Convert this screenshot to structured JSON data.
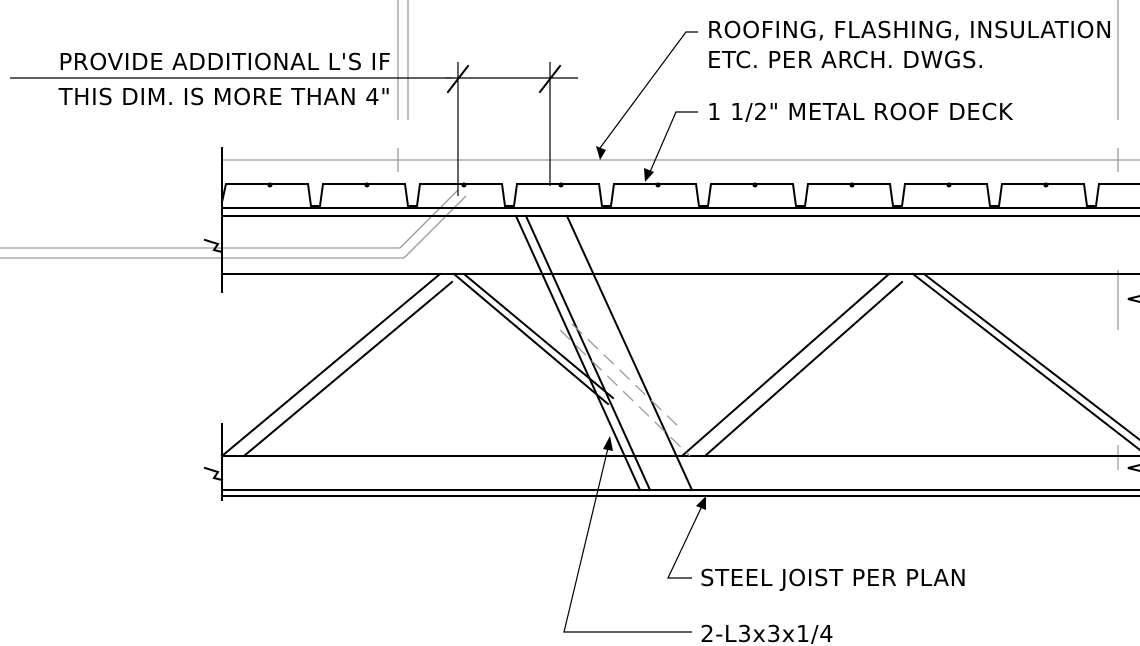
{
  "labels": {
    "note_line1": "PROVIDE ADDITIONAL L'S IF",
    "note_line2": "THIS DIM. IS MORE THAN 4\"",
    "roofing_line1": "ROOFING, FLASHING, INSULATION",
    "roofing_line2": "ETC. PER ARCH. DWGS.",
    "deck": "1 1/2\" METAL ROOF DECK",
    "joist": "STEEL JOIST PER PLAN",
    "angles": "2-L3x3x1/4"
  }
}
